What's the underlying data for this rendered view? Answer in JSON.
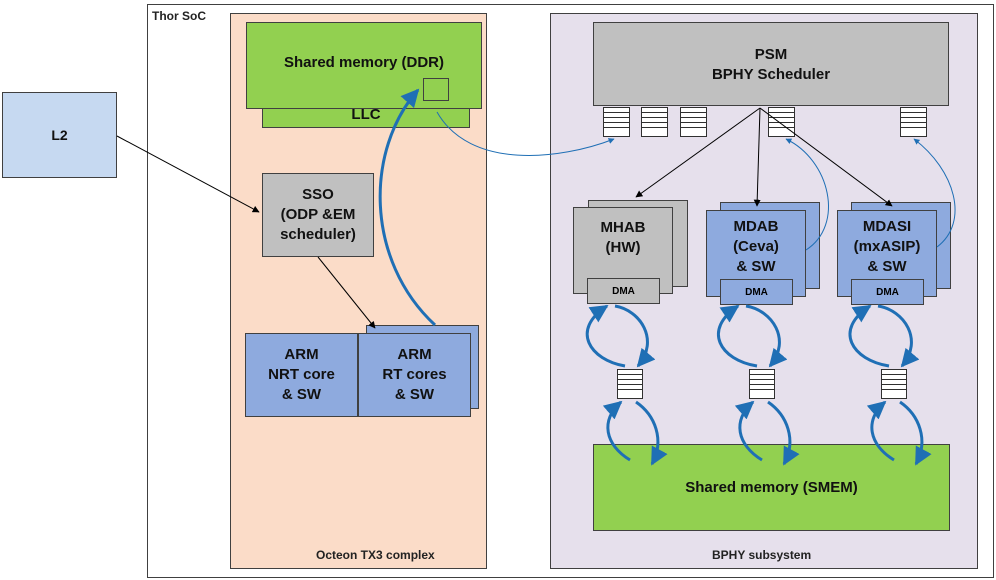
{
  "soc": {
    "title": "Thor SoC"
  },
  "l2": {
    "label": "L2"
  },
  "octeon": {
    "title": "Octeon TX3 complex",
    "ddr": "Shared memory  (DDR)",
    "llc": "LLC",
    "sso": "SSO\n(ODP &EM\nscheduler)",
    "arm_nrt": "ARM\nNRT core\n& SW",
    "arm_rt": "ARM\nRT cores\n& SW"
  },
  "bphy": {
    "title": "BPHY subsystem",
    "psm": "PSM\nBPHY Scheduler",
    "mhab": "MHAB\n(HW)",
    "mdab": "MDAB\n(Ceva)\n& SW",
    "mdasi": "MDASI\n(mxASIP)\n& SW",
    "dma": "DMA",
    "smem": "Shared memory  (SMEM)"
  },
  "colors": {
    "octeon_bg": "#fbdcc8",
    "bphy_bg": "#e6e0ec",
    "arrow_blue": "#1f6fb5",
    "arrow_black": "#000000"
  }
}
